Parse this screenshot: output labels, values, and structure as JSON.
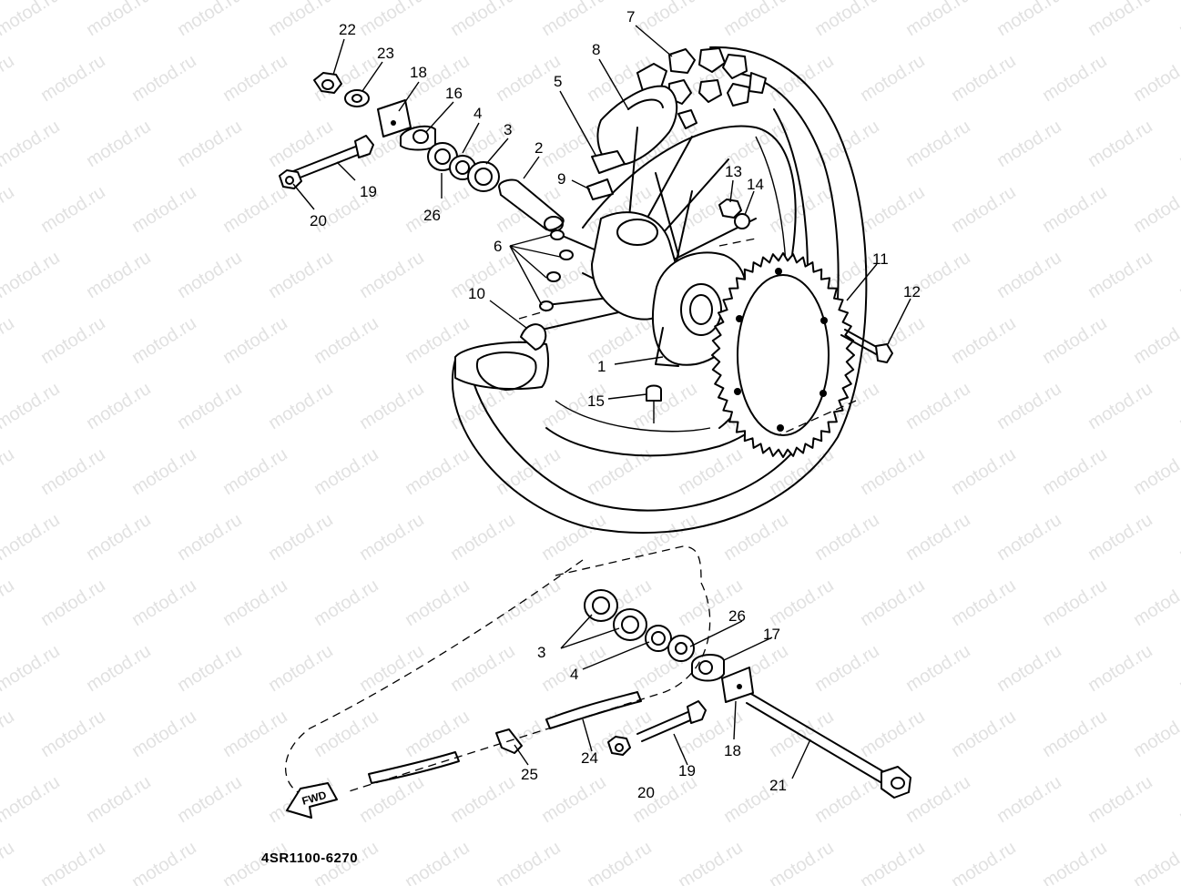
{
  "watermark": "motod.ru",
  "part_code": "4SR1100-6270",
  "fwd_label": "FWD",
  "callouts": {
    "c1": "1",
    "c2": "2",
    "c3a": "3",
    "c3b": "3",
    "c4a": "4",
    "c4b": "4",
    "c5": "5",
    "c6": "6",
    "c7": "7",
    "c8": "8",
    "c9": "9",
    "c10": "10",
    "c11": "11",
    "c12": "12",
    "c13": "13",
    "c14": "14",
    "c15": "15",
    "c16": "16",
    "c17": "17",
    "c18a": "18",
    "c18b": "18",
    "c19a": "19",
    "c19b": "19",
    "c20a": "20",
    "c20b": "20",
    "c21": "21",
    "c22": "22",
    "c23": "23",
    "c24": "24",
    "c25": "25",
    "c26a": "26",
    "c26b": "26"
  }
}
